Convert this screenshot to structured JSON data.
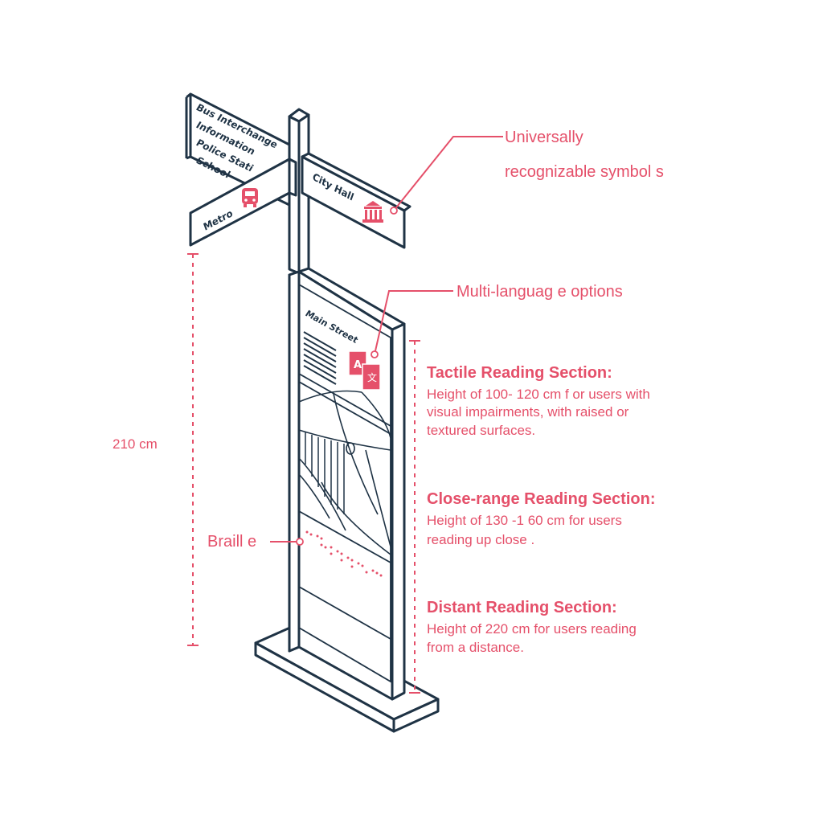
{
  "colors": {
    "ink": "#1f3345",
    "accent": "#e5506a",
    "paper": "#ffffff"
  },
  "signs": {
    "left_board_lines": [
      "Bus Interchange",
      "Information",
      "Police Stati",
      "School"
    ],
    "metro_label": "Metro",
    "cityhall_label": "City Hall",
    "panel_title": "Main Street"
  },
  "icons": {
    "metro": "bus-icon",
    "cityhall": "building-icon",
    "language": "translate-icon",
    "braille": "braille-dots"
  },
  "callouts": {
    "symbols_line1": "Universally",
    "symbols_line2": "recognizable symbol s",
    "multilang": "Multi-languag e options",
    "braille": "Braill e",
    "height": "210 cm",
    "tactile": {
      "title": "Tactile Reading Section:",
      "lines": [
        "Height of 100- 120 cm f or users with",
        "visual impairments, with raised or",
        "textured surfaces."
      ]
    },
    "close": {
      "title": "Close-range Reading Section:",
      "lines": [
        "Height of 130 -1 60 cm for users",
        "reading up close ."
      ]
    },
    "distant": {
      "title": "Distant Reading Section:",
      "lines": [
        "Height of 220 cm for users reading",
        "from a distance."
      ]
    }
  }
}
